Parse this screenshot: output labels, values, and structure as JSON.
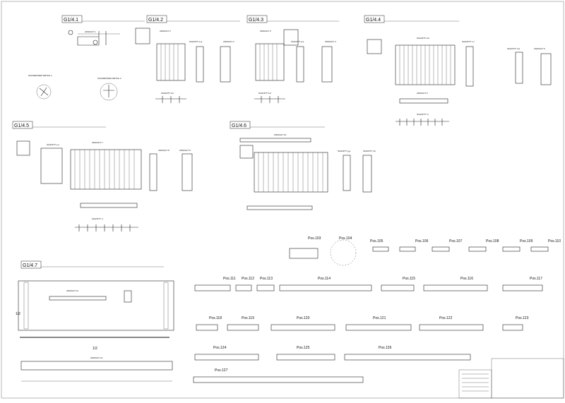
{
  "sheet": {
    "groups": [
      {
        "id": "G1/4.1"
      },
      {
        "id": "G1/4.2"
      },
      {
        "id": "G1/4.3"
      },
      {
        "id": "G1/4.4"
      },
      {
        "id": "G1/4.5"
      },
      {
        "id": "G1/4.6"
      },
      {
        "id": "G1/4.7"
      }
    ],
    "views": {
      "ansicht_1": "ANSICHT 1",
      "ansicht_2a": "ANSICHT 2",
      "ansicht_2b": "ANSICHT 2",
      "ansicht_3": "ANSICHT 3",
      "ansicht_4": "ANSICHT 4",
      "ansicht_5": "ANSICHT 5",
      "ansicht_6": "ANSICHT 6",
      "ansicht_7": "ANSICHT 7",
      "ansicht_8": "ANSICHT 8",
      "ansicht_9": "ANSICHT 9",
      "ansicht_10": "ANSICHT 10",
      "ansicht_11": "ANSICHT 11",
      "ansicht_12": "ANSICHT 12",
      "schnitt_aa1": "SCHNITT a-a",
      "schnitt_bb1": "SCHNITT b-b",
      "schnitt_aa2": "SCHNITT a-a",
      "schnitt_bb2": "SCHNITT b-b",
      "schnitt_bb4": "SCHNITT b-b",
      "schnitt_cc4": "SCHNITT c-c",
      "schnitt_dd4": "SCHNITT d-d",
      "schnitt_ee5": "SCHNITT e-e",
      "schnitt_ff5": "SCHNITT f-f",
      "schnitt_gg6": "SCHNITT g-g",
      "schnitt_hh6": "SCHNITT h-h",
      "schnitt_ii7": "SCHNITT i-i",
      "schweiss_1": "SCHWEISSEN DETAIL 1",
      "schweiss_2": "SCHWEISSEN DETAIL 2"
    },
    "positions": [
      {
        "label": "Pos.103"
      },
      {
        "label": "Pos.104"
      },
      {
        "label": "Pos.105"
      },
      {
        "label": "Pos.106"
      },
      {
        "label": "Pos.107"
      },
      {
        "label": "Pos.108"
      },
      {
        "label": "Pos.109"
      },
      {
        "label": "Pos.110"
      },
      {
        "label": "Pos.111"
      },
      {
        "label": "Pos.112"
      },
      {
        "label": "Pos.113"
      },
      {
        "label": "Pos.114"
      },
      {
        "label": "Pos.115"
      },
      {
        "label": "Pos.116"
      },
      {
        "label": "Pos.117"
      },
      {
        "label": "Pos.118"
      },
      {
        "label": "Pos.119"
      },
      {
        "label": "Pos.120"
      },
      {
        "label": "Pos.121"
      },
      {
        "label": "Pos.122"
      },
      {
        "label": "Pos.123"
      },
      {
        "label": "Pos.124"
      },
      {
        "label": "Pos.125"
      },
      {
        "label": "Pos.126"
      },
      {
        "label": "Pos.127"
      }
    ],
    "dims": {
      "d_4_7": "1/2",
      "d_4_7b": "1/2"
    }
  }
}
